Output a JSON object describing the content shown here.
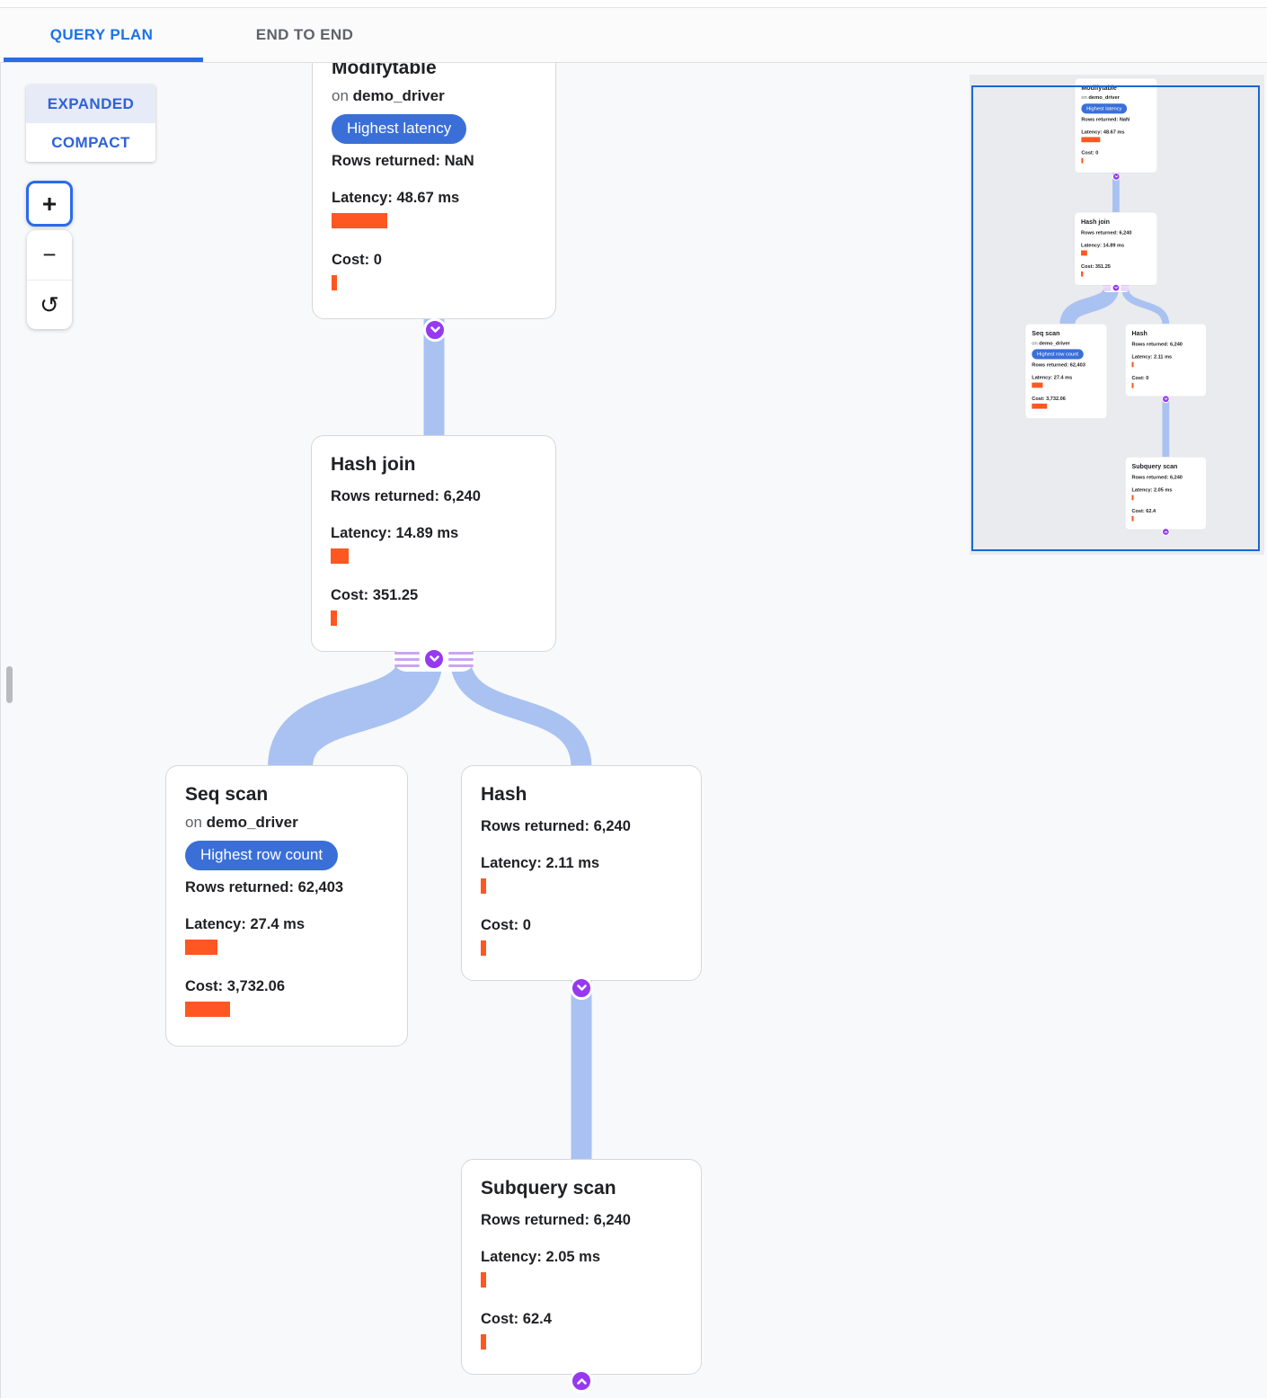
{
  "tabs": {
    "query_plan": "QUERY PLAN",
    "end_to_end": "END TO END"
  },
  "view_toggle": {
    "expanded": "EXPANDED",
    "compact": "COMPACT",
    "selected": "EXPANDED"
  },
  "zoom_controls": {
    "zoom_in": "+",
    "zoom_out": "−",
    "reset": "↺"
  },
  "nodes": [
    {
      "title": "Modifytable",
      "on_prefix": "on",
      "table": "demo_driver",
      "badge": "Highest latency",
      "rows_label": "Rows returned:",
      "rows_value": "NaN",
      "latency_label": "Latency:",
      "latency_value": "48.67 ms",
      "cost_label": "Cost:",
      "cost_value": "0"
    },
    {
      "title": "Hash join",
      "rows_label": "Rows returned:",
      "rows_value": "6,240",
      "latency_label": "Latency:",
      "latency_value": "14.89 ms",
      "cost_label": "Cost:",
      "cost_value": "351.25"
    },
    {
      "title": "Seq scan",
      "on_prefix": "on",
      "table": "demo_driver",
      "badge": "Highest row count",
      "rows_label": "Rows returned:",
      "rows_value": "62,403",
      "latency_label": "Latency:",
      "latency_value": "27.4 ms",
      "cost_label": "Cost:",
      "cost_value": "3,732.06"
    },
    {
      "title": "Hash",
      "rows_label": "Rows returned:",
      "rows_value": "6,240",
      "latency_label": "Latency:",
      "latency_value": "2.11 ms",
      "cost_label": "Cost:",
      "cost_value": "0"
    },
    {
      "title": "Subquery scan",
      "rows_label": "Rows returned:",
      "rows_value": "6,240",
      "latency_label": "Latency:",
      "latency_value": "2.05 ms",
      "cost_label": "Cost:",
      "cost_value": "62.4"
    }
  ],
  "colors": {
    "accent_blue": "#1a73e8",
    "badge_blue": "#3a6fd8",
    "bar_orange": "#ff5722",
    "connector_purple": "#9639f0",
    "edge_blue": "#a9c2f1",
    "minimap_viewport_blue": "#1967d2"
  }
}
